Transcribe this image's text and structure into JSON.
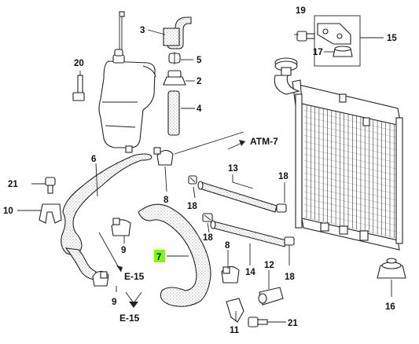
{
  "callouts": [
    {
      "id": "c1",
      "text": "19"
    },
    {
      "id": "c2",
      "text": "3"
    },
    {
      "id": "c3",
      "text": "15"
    },
    {
      "id": "c4",
      "text": "17"
    },
    {
      "id": "c5",
      "text": "5"
    },
    {
      "id": "c6",
      "text": "20"
    },
    {
      "id": "c7",
      "text": "2"
    },
    {
      "id": "c8",
      "text": "4"
    },
    {
      "id": "c9",
      "text": "6"
    },
    {
      "id": "c10",
      "text": "8"
    },
    {
      "id": "c11",
      "text": "13"
    },
    {
      "id": "c12",
      "text": "18"
    },
    {
      "id": "c13",
      "text": "21"
    },
    {
      "id": "c14",
      "text": "18"
    },
    {
      "id": "c15",
      "text": "10"
    },
    {
      "id": "c16",
      "text": "18"
    },
    {
      "id": "c17",
      "text": "9"
    },
    {
      "id": "c18",
      "text": "7"
    },
    {
      "id": "c19",
      "text": "8"
    },
    {
      "id": "c20",
      "text": "14"
    },
    {
      "id": "c21",
      "text": "12"
    },
    {
      "id": "c22",
      "text": "18"
    },
    {
      "id": "c23",
      "text": "16"
    },
    {
      "id": "c24",
      "text": "9"
    },
    {
      "id": "c25",
      "text": "11"
    },
    {
      "id": "c26",
      "text": "21"
    }
  ],
  "references": {
    "atm": "ATM-7",
    "e15_upper": "E-15",
    "e15_lower": "E-15"
  },
  "highlight_color": "#7CFC00"
}
